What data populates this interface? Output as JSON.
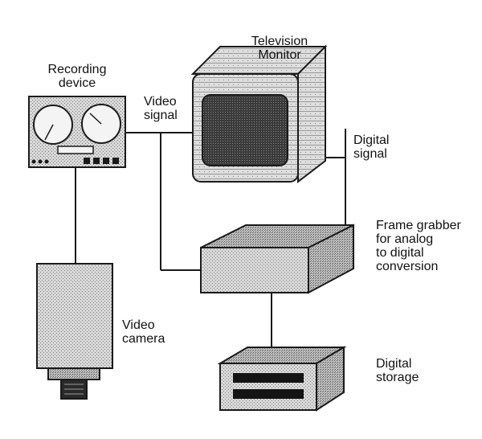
{
  "labels": {
    "television_monitor": [
      "Television",
      "Monitor"
    ],
    "recording_device": [
      "Recording",
      "device"
    ],
    "video_signal": [
      "Video",
      "signal"
    ],
    "digital_signal": [
      "Digital",
      "signal"
    ],
    "frame_grabber": [
      "Frame grabber",
      "for analog",
      "to digital",
      "conversion"
    ],
    "video_camera": [
      "Video",
      "camera"
    ],
    "digital_storage": [
      "Digital",
      "storage"
    ]
  },
  "colors": {
    "line": "#1a1a1a",
    "stipple_light": "#d9d9d9",
    "stipple_dark": "#7a7a7a",
    "screen": "#3a3a3a",
    "bar": "#141414"
  }
}
